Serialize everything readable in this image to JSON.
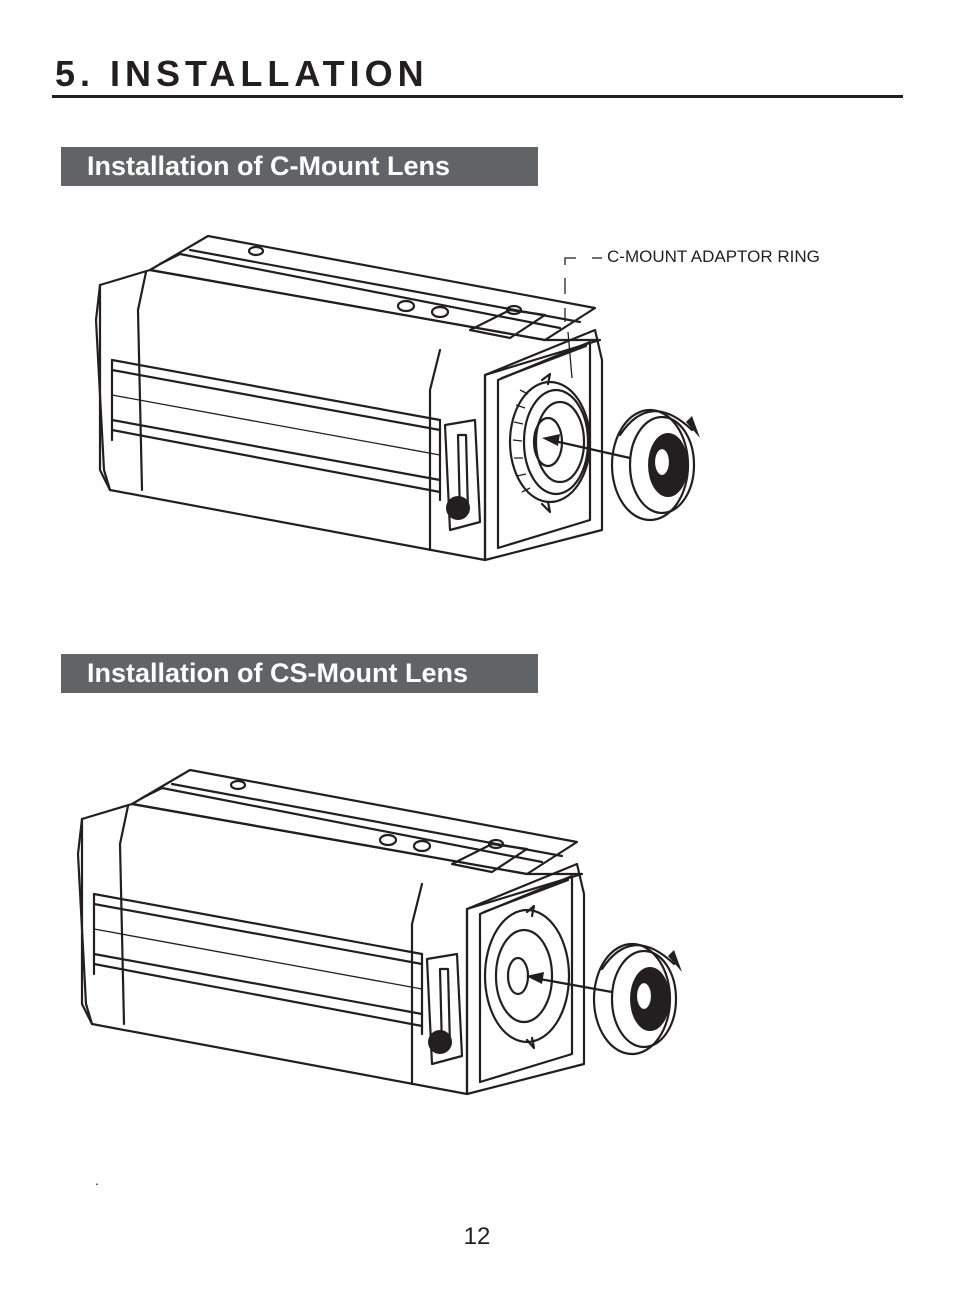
{
  "page": {
    "title": "5. INSTALLATION",
    "page_number": "12",
    "stray_mark": "."
  },
  "sections": [
    {
      "heading": "Installation of C-Mount Lens",
      "callout": "C-MOUNT ADAPTOR RING"
    },
    {
      "heading": "Installation of CS-Mount Lens"
    }
  ],
  "colors": {
    "banner_bg": "#626366",
    "banner_text": "#ffffff",
    "ink": "#231f20"
  },
  "icons": [
    "camera-body-illustration",
    "lens-illustration",
    "rotation-arrow-icon",
    "insertion-arrow-icon"
  ]
}
